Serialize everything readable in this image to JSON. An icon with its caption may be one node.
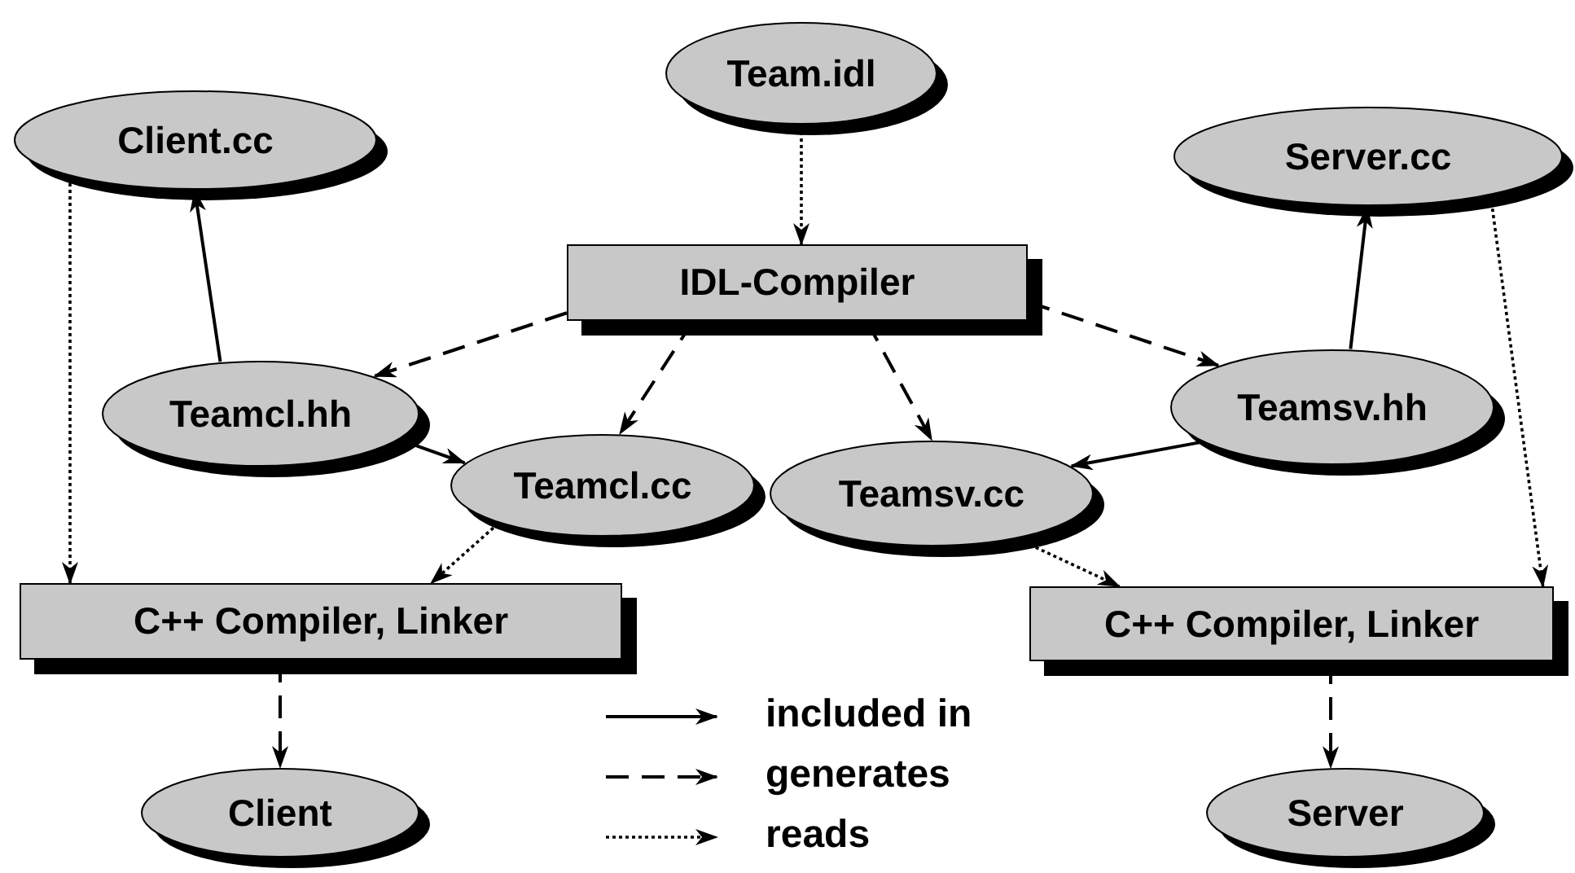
{
  "diagram": {
    "nodes": [
      {
        "text": [
          "Team.idl"
        ]
      },
      {
        "text": [
          "Client.cc"
        ]
      },
      {
        "text": [
          "Server.cc"
        ]
      },
      {
        "text": [
          "IDL-Compiler"
        ]
      },
      {
        "text": [
          "Teamcl.hh"
        ]
      },
      {
        "text": [
          "Teamsv.hh"
        ]
      },
      {
        "text": [
          "Teamcl.cc"
        ]
      },
      {
        "text": [
          "Teamsv.cc"
        ]
      },
      {
        "text": [
          "C++ Compiler, Linker"
        ]
      },
      {
        "text": [
          "C++ Compiler, Linker"
        ]
      },
      {
        "text": [
          "Client"
        ]
      },
      {
        "text": [
          "Server"
        ]
      }
    ],
    "edges": [
      {
        "from": 0,
        "to": 3,
        "arrow": "to",
        "style": "dashed"
      },
      {
        "from": 3,
        "to": 4,
        "arrow": "to",
        "style": "dashed"
      },
      {
        "from": 3,
        "to": 6,
        "arrow": "to",
        "style": "dashed"
      },
      {
        "from": 3,
        "to": 7,
        "arrow": "to",
        "style": "dashed"
      },
      {
        "from": 3,
        "to": 5,
        "arrow": "to",
        "style": "dashed"
      },
      {
        "from": 4,
        "to": 1,
        "arrow": "to"
      },
      {
        "from": 5,
        "to": 2,
        "arrow": "to"
      },
      {
        "from": 4,
        "to": 6,
        "arrow": "to"
      },
      {
        "from": 5,
        "to": 7,
        "arrow": "to"
      },
      {
        "from": 1,
        "to": 8,
        "arrow": "to",
        "style": "dashed"
      },
      {
        "from": 2,
        "to": 9,
        "arrow": "to",
        "style": "dashed"
      },
      {
        "from": 6,
        "to": 8,
        "arrow": "to",
        "style": "dashed"
      },
      {
        "from": 7,
        "to": 9,
        "arrow": "to",
        "style": "dashed"
      },
      {
        "from": 8,
        "to": 10,
        "arrow": "to",
        "style": "dashed"
      },
      {
        "from": 9,
        "to": 11,
        "arrow": "to",
        "style": "dashed"
      }
    ],
    "legend": [
      {
        "text": "included in"
      },
      {
        "text": "generates"
      },
      {
        "text": "reads"
      }
    ]
  }
}
